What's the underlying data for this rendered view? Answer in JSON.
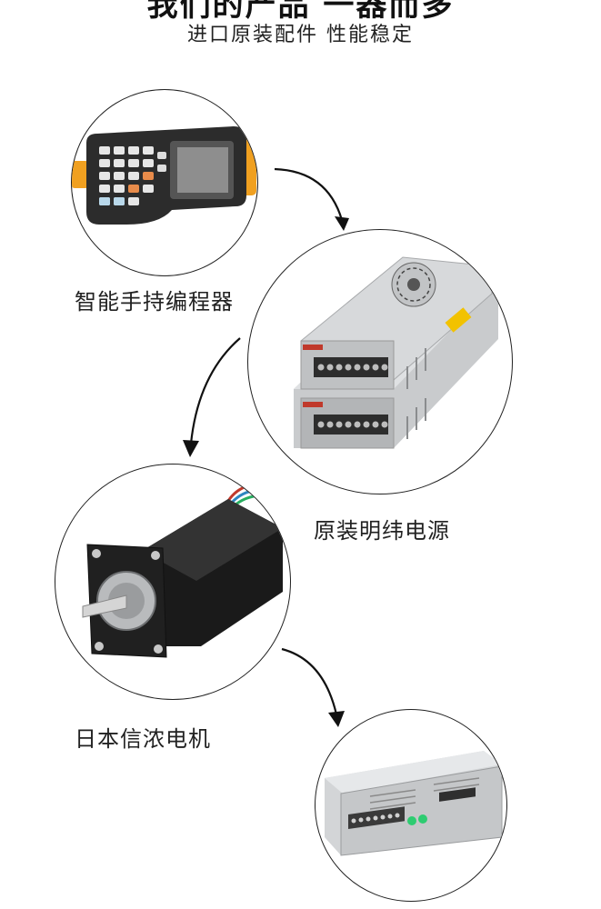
{
  "header": {
    "heading": "我们的产品 一器而多",
    "subtitle": "进口原装配件 性能稳定"
  },
  "items": [
    {
      "label": "智能手持编程器",
      "icon": "handheld-programmer-image"
    },
    {
      "label": "原装明纬电源",
      "icon": "power-supply-image"
    },
    {
      "label": "日本信浓电机",
      "icon": "stepper-motor-image"
    },
    {
      "label": "",
      "icon": "driver-module-image"
    }
  ],
  "colors": {
    "outline": "#222222",
    "background": "#ffffff",
    "programmer_grip": "#f0a020",
    "psu_label": "#f2c200"
  }
}
